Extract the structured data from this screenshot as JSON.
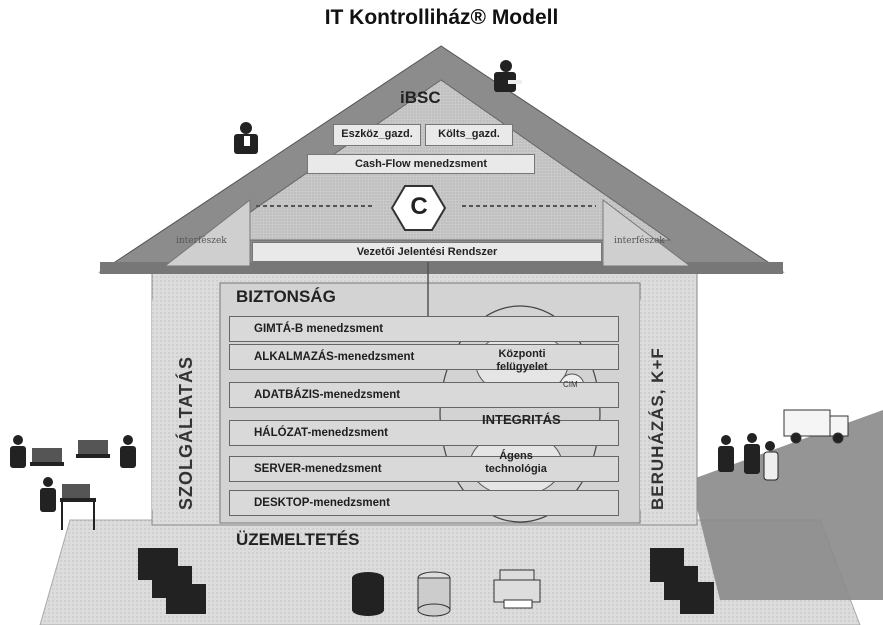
{
  "title": "IT Kontrolliház® Modell",
  "roof": {
    "top_label": "iBSC",
    "box_left": "Eszköz_gazd.",
    "box_right": "Költs_gazd.",
    "cashflow": "Cash-Flow menedzsment",
    "center_letter": "C",
    "side_left": "interfészek",
    "side_right": "interfészek",
    "reporting": "Vezetői Jelentési Rendszer"
  },
  "body": {
    "header": "BIZTONSÁG",
    "footer": "ÜZEMELTETÉS",
    "left_vertical": "SZOLGÁLTATÁS",
    "right_vertical": "BERUHÁZÁS, K+F",
    "rows": [
      "GIMTÁ-B menedzsment",
      "ALKALMAZÁS-menedzsment",
      "ADATBÁZIS-menedzsment",
      "HÁLÓZAT-menedzsment",
      "SERVER-menedzsment",
      "DESKTOP-menedzsment"
    ],
    "ellipse_top": "Központi felügyelet",
    "ellipse_bottom": "Ágens technológia",
    "integrity": "INTEGRITÁS",
    "cim": "CIM"
  }
}
